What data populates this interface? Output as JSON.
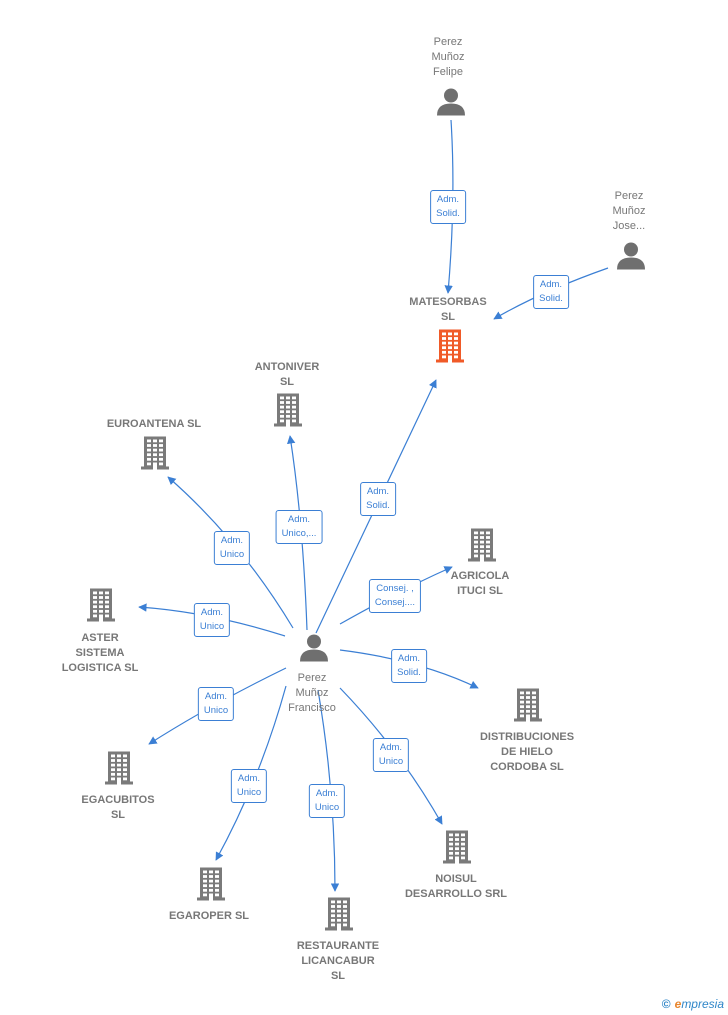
{
  "colors": {
    "edge": "#3b7fd4",
    "building": "#7a7a7a",
    "focus_building": "#f05a28",
    "person": "#6f6f6f",
    "label": "#777777"
  },
  "focus": {
    "name": "MATESORBAS\nSL",
    "icon": "building-icon"
  },
  "people": [
    {
      "id": "p1",
      "name": "Perez\nMuñoz\nFelipe",
      "icon": "person-icon"
    },
    {
      "id": "p2",
      "name": "Perez\nMuñoz\nJose...",
      "icon": "person-icon"
    },
    {
      "id": "p3",
      "name": "Perez\nMuñoz\nFrancisco",
      "icon": "person-icon"
    }
  ],
  "companies": [
    {
      "id": "c1",
      "name": "ANTONIVER\nSL"
    },
    {
      "id": "c2",
      "name": "EUROANTENA SL"
    },
    {
      "id": "c3",
      "name": "ASTER\nSISTEMA\nLOGISTICA SL"
    },
    {
      "id": "c4",
      "name": "AGRICOLA\nITUCI SL"
    },
    {
      "id": "c5",
      "name": "DISTRIBUCIONES\nDE HIELO\nCORDOBA  SL"
    },
    {
      "id": "c6",
      "name": "EGACUBITOS\nSL"
    },
    {
      "id": "c7",
      "name": "EGAROPER  SL"
    },
    {
      "id": "c8",
      "name": "RESTAURANTE\nLICANCABUR\nSL"
    },
    {
      "id": "c9",
      "name": "NOISUL\nDESARROLLO SRL"
    }
  ],
  "edges": [
    {
      "from": "p1",
      "to": "focus",
      "label": "Adm.\nSolid."
    },
    {
      "from": "p2",
      "to": "focus",
      "label": "Adm.\nSolid."
    },
    {
      "from": "p3",
      "to": "focus",
      "label": "Adm.\nSolid."
    },
    {
      "from": "p3",
      "to": "c1",
      "label": "Adm.\nUnico,..."
    },
    {
      "from": "p3",
      "to": "c2",
      "label": "Adm.\nUnico"
    },
    {
      "from": "p3",
      "to": "c3",
      "label": "Adm.\nUnico"
    },
    {
      "from": "p3",
      "to": "c4",
      "label": "Consej. ,\nConsej...."
    },
    {
      "from": "p3",
      "to": "c5",
      "label": "Adm.\nSolid."
    },
    {
      "from": "p3",
      "to": "c6",
      "label": "Adm.\nUnico"
    },
    {
      "from": "p3",
      "to": "c7",
      "label": "Adm.\nUnico"
    },
    {
      "from": "p3",
      "to": "c8",
      "label": "Adm.\nUnico"
    },
    {
      "from": "p3",
      "to": "c9",
      "label": "Adm.\nUnico"
    }
  ],
  "footer": {
    "copyright": "©",
    "brand_initial": "e",
    "brand_rest": "mpresia"
  }
}
